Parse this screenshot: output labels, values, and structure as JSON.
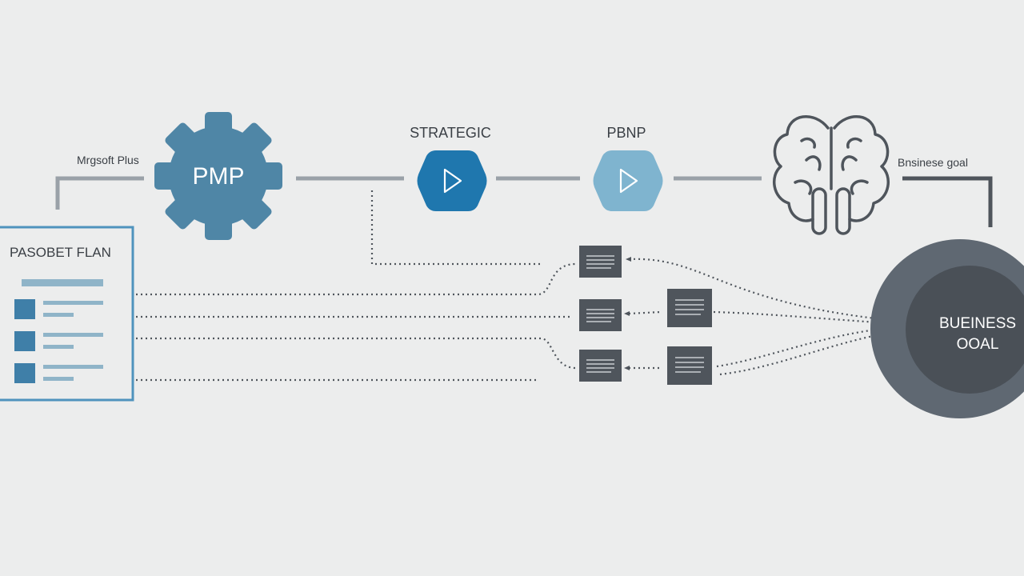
{
  "labels": {
    "top_left": "Mrgsoft Plus",
    "gear": "PMP",
    "strategic": "STRATEGIC",
    "pmp2": "PBNP",
    "top_right": "Bnsinese goal",
    "plan_title": "PASOBET FLAN",
    "goal_line1": "BUEINESS",
    "goal_line2": "OOAL"
  },
  "colors": {
    "background": "#eceded",
    "gear": "#4f86a6",
    "play_dark": "#1f77ae",
    "play_light": "#7fb4cf",
    "connector": "#9aa1a8",
    "dark_gray": "#4f555c",
    "goal_outer": "#5f6872",
    "goal_inner": "#4a5057",
    "plan_border": "#4f93bd",
    "plan_square": "#3f7fa8",
    "plan_line": "#8fb4c8"
  },
  "icons": [
    "gear-icon",
    "play-icon",
    "brain-icon",
    "document-icon"
  ]
}
